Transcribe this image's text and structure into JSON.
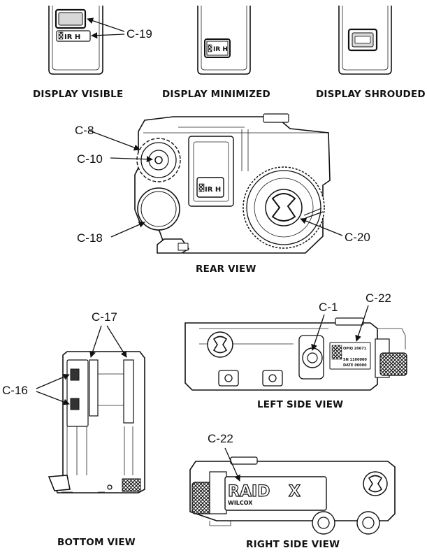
{
  "views": {
    "display_visible": {
      "caption": "DISPLAY VISIBLE",
      "label": "IR H"
    },
    "display_minimized": {
      "caption": "DISPLAY MINIMIZED",
      "label": "IR H"
    },
    "display_shrouded": {
      "caption": "DISPLAY SHROUDED"
    },
    "rear": {
      "caption": "REAR VIEW",
      "label": "IR H"
    },
    "left_side": {
      "caption": "LEFT SIDE VIEW",
      "sticker_lines": [
        "OPIQ 20671",
        "",
        "SN 1100000",
        "DATE 00000"
      ]
    },
    "bottom": {
      "caption": "BOTTOM VIEW"
    },
    "right_side": {
      "caption": "RIGHT SIDE VIEW",
      "brand": "RAID",
      "brand_x": "X",
      "maker": "WILCOX"
    }
  },
  "callouts": {
    "c19": "C-19",
    "c8": "C-8",
    "c10": "C-10",
    "c18": "C-18",
    "c20": "C-20",
    "c17": "C-17",
    "c16": "C-16",
    "c1": "C-1",
    "c22_left": "C-22",
    "c22_right": "C-22"
  }
}
